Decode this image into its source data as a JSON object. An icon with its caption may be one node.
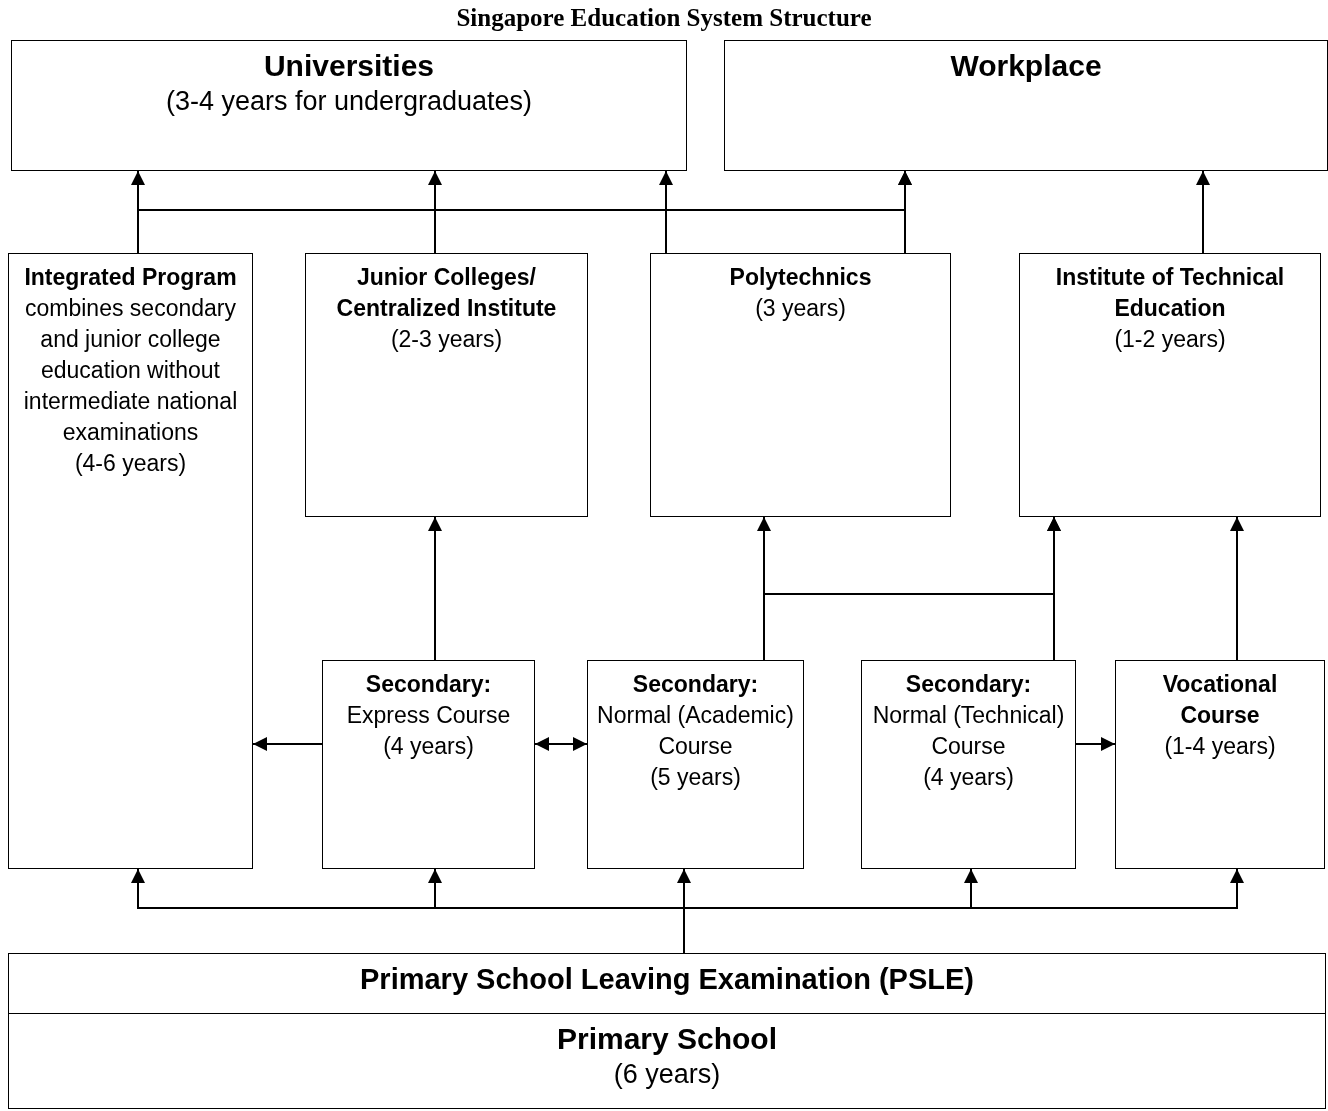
{
  "diagram": {
    "title": "Singapore Education System Structure",
    "nodes": [
      {
        "text": [
          "Universities",
          "(3-4 years for undergraduates)"
        ]
      },
      {
        "text": [
          "Workplace"
        ]
      },
      {
        "text": [
          "Integrated Program",
          "combines secondary and junior college education without intermediate national examinations",
          "(4-6 years)"
        ]
      },
      {
        "text": [
          "Junior Colleges/ Centralized Institute",
          "(2-3 years)"
        ]
      },
      {
        "text": [
          "Polytechnics",
          "(3 years)"
        ]
      },
      {
        "text": [
          "Institute of Technical Education",
          "(1-2 years)"
        ]
      },
      {
        "text": [
          "Secondary:",
          "Express Course",
          "(4 years)"
        ]
      },
      {
        "text": [
          "Secondary:",
          "Normal (Academic) Course",
          "(5 years)"
        ]
      },
      {
        "text": [
          "Secondary:",
          "Normal (Technical) Course",
          "(4 years)"
        ]
      },
      {
        "text": [
          "Vocational Course",
          "(1-4 years)"
        ]
      },
      {
        "text": [
          "Primary School Leaving Examination (PSLE)"
        ]
      },
      {
        "text": [
          "Primary School",
          "(6 years)"
        ]
      }
    ],
    "edges": [
      {
        "from": 2,
        "to": 0,
        "arrow": "to"
      },
      {
        "from": 3,
        "to": 0,
        "arrow": "to"
      },
      {
        "from": 4,
        "to": 0,
        "arrow": "to"
      },
      {
        "from": 4,
        "to": 1,
        "arrow": "to"
      },
      {
        "from": 2,
        "to": 1,
        "arrow": "to"
      },
      {
        "from": 5,
        "to": 1,
        "arrow": "to"
      },
      {
        "from": 6,
        "to": 3,
        "arrow": "to"
      },
      {
        "from": 7,
        "to": 4,
        "arrow": "to"
      },
      {
        "from": 7,
        "to": 5,
        "arrow": "to"
      },
      {
        "from": 8,
        "to": 5,
        "arrow": "to"
      },
      {
        "from": 9,
        "to": 5,
        "arrow": "to"
      },
      {
        "from": 6,
        "to": 2,
        "arrow": "to"
      },
      {
        "from": 6,
        "to": 7,
        "arrow": "both"
      },
      {
        "from": 8,
        "to": 9,
        "arrow": "to"
      },
      {
        "from": 10,
        "to": 2,
        "arrow": "to"
      },
      {
        "from": 10,
        "to": 6,
        "arrow": "to"
      },
      {
        "from": 10,
        "to": 7,
        "arrow": "to"
      },
      {
        "from": 10,
        "to": 8,
        "arrow": "to"
      },
      {
        "from": 10,
        "to": 9,
        "arrow": "to"
      }
    ]
  }
}
